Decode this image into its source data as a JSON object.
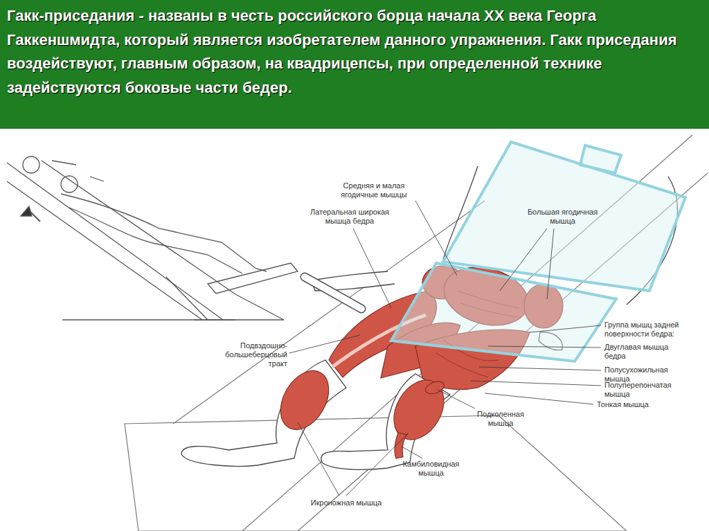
{
  "diagram": {
    "title": "Гакк-приседания - названы в честь российского борца начала XX века Георга Гаккеншмидта, который является изобретателем данного упражнения. Гакк приседания воздействуют, главным образом, на квадрицепсы, при определенной технике задействуются боковые части бедер.",
    "labels": [
      "Средняя и малая ягодичные мышцы",
      "Латеральная широкая мышца бедра",
      "Большая ягодичная мышца",
      "Подвздошно-большеберцовый тракт",
      "Группа мышц задней поверхности бедра:",
      "Двуглавая мышца бедра",
      "Полусухожильная мышца",
      "Полуперепончатая мышца",
      "Тонкая мышца",
      "Подколенная мышца",
      "Камбиловидная мышца",
      "Икроножная мышца"
    ]
  }
}
